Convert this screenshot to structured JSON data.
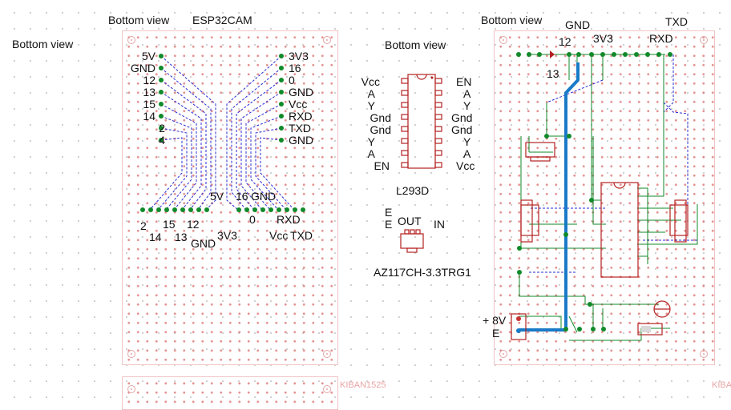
{
  "header": {
    "bottom_view_outside": "Bottom view",
    "left_board": "Bottom view",
    "left_title": "ESP32CAM",
    "middle": "Bottom view",
    "right_board": "Bottom view"
  },
  "esp32cam": {
    "left_pins": [
      "5V",
      "GND",
      "12",
      "13",
      "15",
      "14",
      "2",
      "4"
    ],
    "right_pins": [
      "3V3",
      "16",
      "0",
      "GND",
      "Vcc",
      "RXD",
      "TXD",
      "GND"
    ],
    "center_labels": [
      "5V",
      "16",
      "GND"
    ],
    "bottom_row1": [
      "2",
      "15",
      "12",
      "0",
      "RXD"
    ],
    "bottom_row2": [
      "14",
      "13",
      "3V3",
      "Vcc",
      "TXD"
    ],
    "bottom_gnd": "GND"
  },
  "l293d": {
    "left_pins": [
      "Vcc",
      "A",
      "Y",
      "Gnd",
      "Gnd",
      "Y",
      "A",
      "EN"
    ],
    "right_pins": [
      "EN",
      "A",
      "Y",
      "Gnd",
      "Gnd",
      "Y",
      "A",
      "Vcc"
    ],
    "name": "L293D"
  },
  "regulator": {
    "pin_labels": [
      "E",
      "E",
      "OUT",
      "IN"
    ],
    "name": "AZ117CH-3.3TRG1"
  },
  "right_board": {
    "top_labels": [
      "GND",
      "TXD",
      "12",
      "3V3",
      "RXD",
      "13"
    ],
    "power_labels": [
      "+ 8V",
      "E"
    ]
  },
  "footer": {
    "board_id": "KIBAN1525",
    "board_id_cut": "KIBA"
  },
  "colors": {
    "pad": "#118a2a",
    "wire": "#1a7ac8",
    "ratsnest": "#2b2bd0",
    "part": "#b52121",
    "board_outline": "#f0c4c4"
  }
}
